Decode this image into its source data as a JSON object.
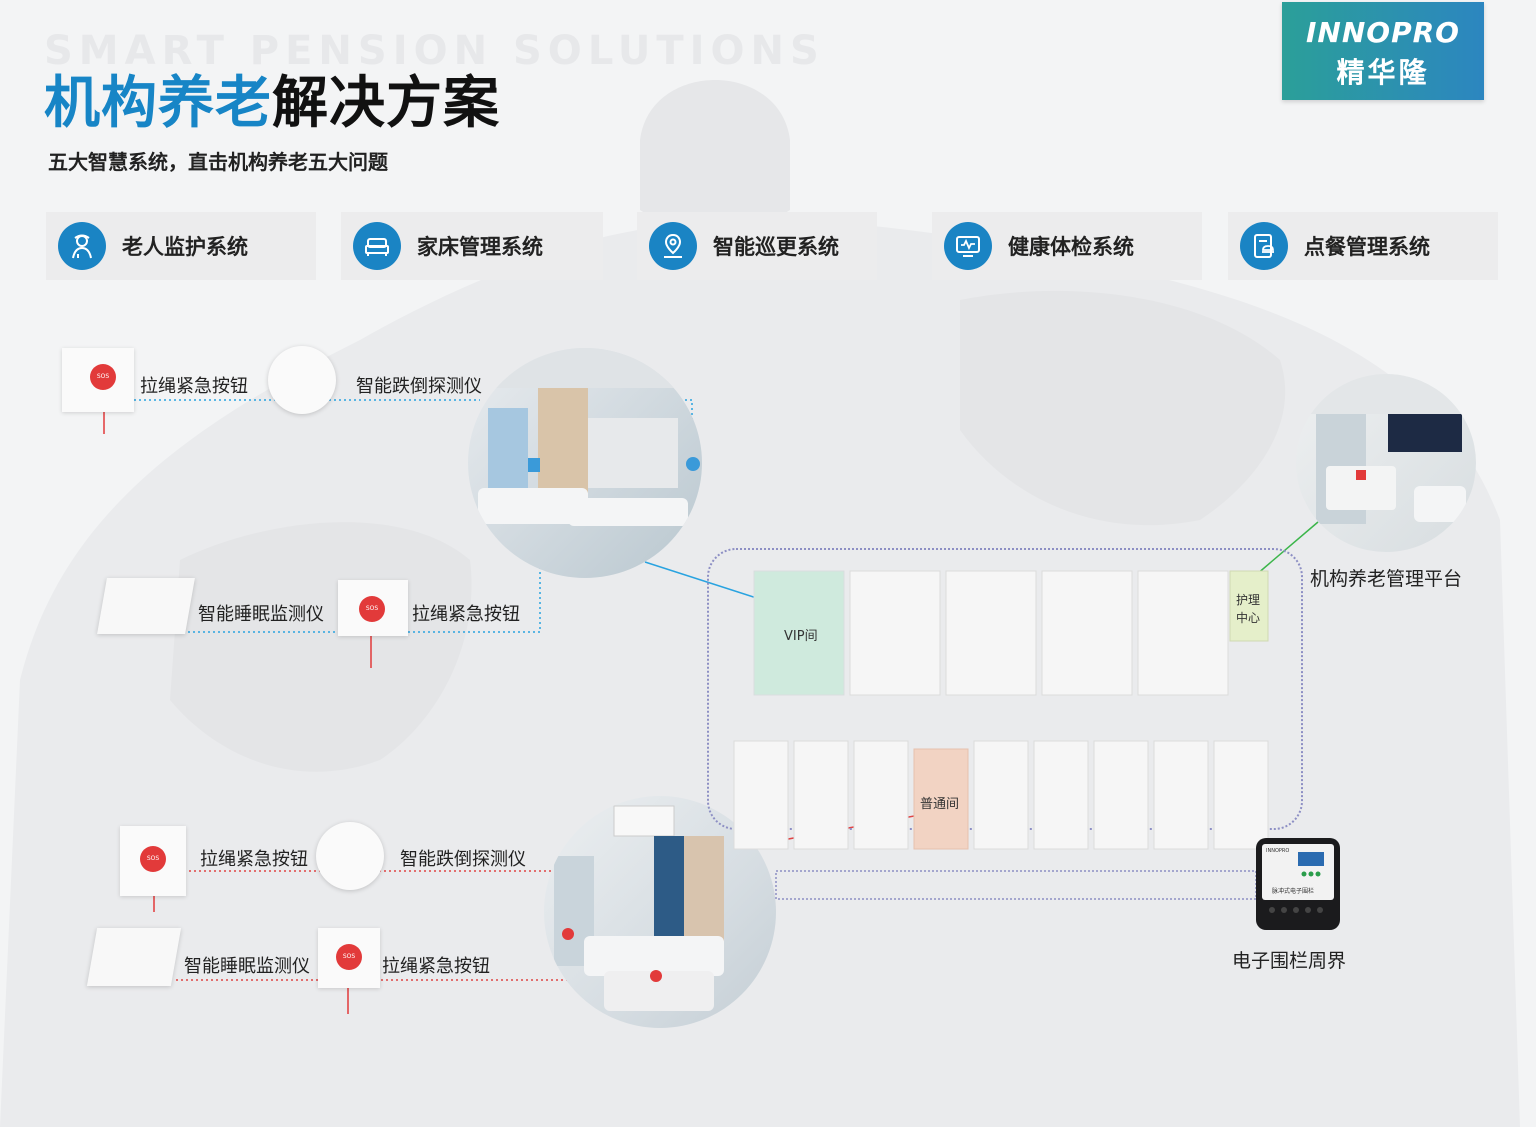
{
  "header": {
    "watermark": "SMART PENSION SOLUTIONS",
    "title_blue": "机构养老",
    "title_dark": "解决方案",
    "subtitle": "五大智慧系统，直击机构养老五大问题"
  },
  "brand": {
    "name_en": "INNOPRO",
    "name_cn": "精华隆",
    "colors": {
      "teal": "#2b9f99",
      "blue": "#2c86c0"
    }
  },
  "systems": [
    {
      "label": "老人监护系统",
      "icon": "elderly-person-icon"
    },
    {
      "label": "家床管理系统",
      "icon": "bed-icon"
    },
    {
      "label": "智能巡更系统",
      "icon": "location-pin-icon"
    },
    {
      "label": "健康体检系统",
      "icon": "health-monitor-icon"
    },
    {
      "label": "点餐管理系统",
      "icon": "meal-order-icon"
    }
  ],
  "vip_room": {
    "devices": [
      "拉绳紧急按钮",
      "智能跌倒探测仪",
      "智能睡眠监测仪",
      "拉绳紧急按钮"
    ],
    "device_badge": "SOS"
  },
  "normal_room": {
    "devices": [
      "拉绳紧急按钮",
      "智能跌倒探测仪",
      "智能睡眠监测仪",
      "拉绳紧急按钮"
    ],
    "device_badge": "SOS"
  },
  "floor_plan": {
    "vip": "VIP间",
    "normal": "普通间",
    "nursing_line1": "护理",
    "nursing_line2": "中心"
  },
  "platform_label": "机构养老管理平台",
  "fence": {
    "label": "电子围栏周界",
    "device_brand": "INNOPRO",
    "device_text": "脉冲式电子围栏"
  },
  "colors": {
    "accent_blue": "#1785c6",
    "vip_link": "#29a3e0",
    "normal_link": "#e04545",
    "platform_link": "#3bb54a",
    "sos_red": "#e23a3a"
  }
}
